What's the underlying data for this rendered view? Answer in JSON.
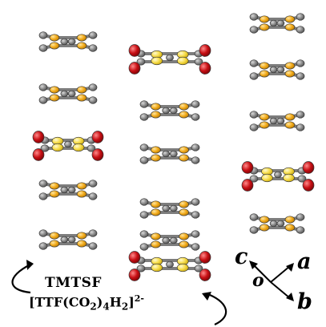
{
  "labels": {
    "cation": "TMTSF",
    "anion_prefix": "[TTF(CO",
    "anion_sub1": "2",
    "anion_mid": ")",
    "anion_sub2": "4",
    "anion_h": "H",
    "anion_sub3": "2",
    "anion_close": "]",
    "anion_charge": "2-"
  },
  "axes": {
    "c": "c",
    "a": "a",
    "b": "b",
    "origin": "o"
  },
  "colors": {
    "carbon": "#8a8a8a",
    "selenium": "#f2ab1b",
    "sulfur": "#f7dc48",
    "oxygen": "#c80f14",
    "bond": "#7d7d7d"
  }
}
